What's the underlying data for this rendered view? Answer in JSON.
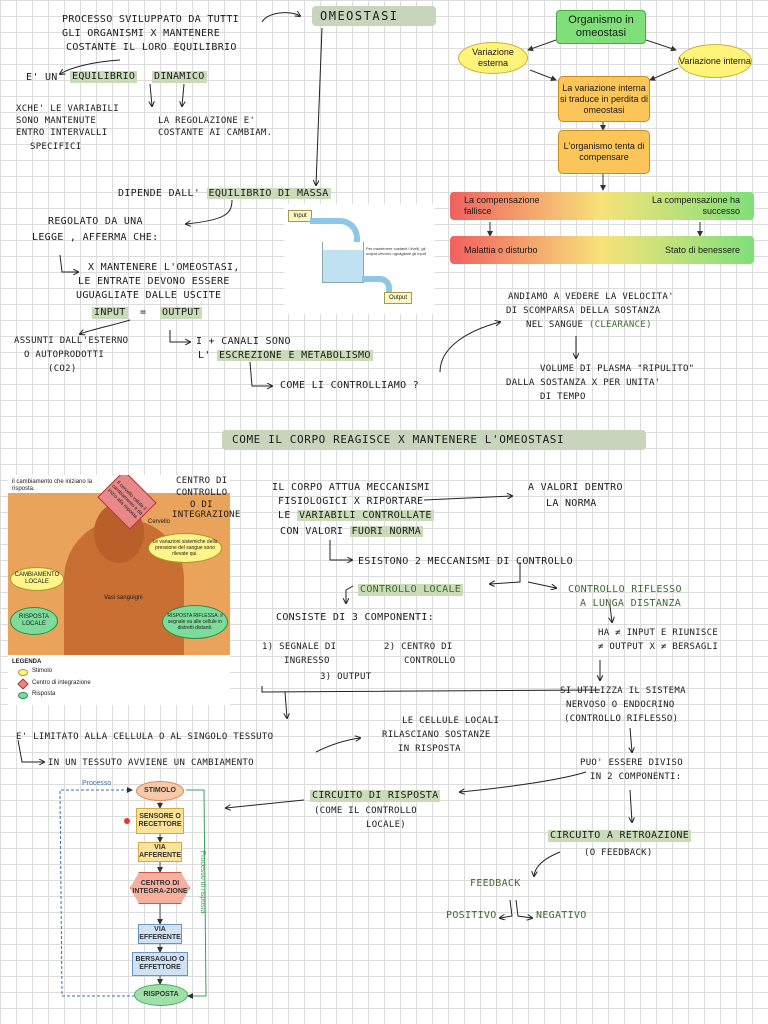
{
  "notes": {
    "omeostasi": "OMEOSTASI",
    "processo_line1": "PROCESSO SVILUPPATO DA TUTTI",
    "processo_line2": "GLI ORGANISMI X MANTENERE",
    "processo_line3": "COSTANTE IL LORO EQUILIBRIO",
    "e_un": "E' UN",
    "equilibrio": "EQUILIBRIO",
    "dinamico": "DINAMICO",
    "xche_line1": "XCHE' LE VARIABILI",
    "xche_line2": "SONO MANTENUTE",
    "xche_line3": "ENTRO INTERVALLI",
    "xche_line4": "SPECIFICI",
    "regolazione_line1": "LA REGOLAZIONE E'",
    "regolazione_line2": "COSTANTE AI CAMBIAM.",
    "dipende_pre": "DIPENDE DALL'",
    "dipende_hl": "EQUILIBRIO DI MASSA",
    "regolato_line1": "REGOLATO DA UNA",
    "regolato_line2": "LEGGE , AFFERMA CHE:",
    "mantenere_line1": "X MANTENERE L'OMEOSTASI,",
    "mantenere_line2": "LE ENTRATE DEVONO ESSERE",
    "mantenere_line3": "UGUAGLIATE DALLE USCITE",
    "input": "INPUT",
    "equals": "=",
    "output": "OUTPUT",
    "assunti_line1": "ASSUNTI DALL'ESTERNO",
    "assunti_line2": "O AUTOPRODOTTI",
    "assunti_line3": "(CO2)",
    "canali_line1": "I + CANALI SONO",
    "canali_pre": "L'",
    "canali_hl": "ESCREZIONE E METABOLISMO",
    "come_controlliamo": "COME LI CONTROLLIAMO ?",
    "velocita_line1": "ANDIAMO A VEDERE LA VELOCITA'",
    "velocita_line2": "DI SCOMPARSA DELLA SOSTANZA",
    "velocita_line3": "NEL SANGUE",
    "clearance": "(CLEARANCE)",
    "volume_line1": "VOLUME DI PLASMA \"RIPULITO\"",
    "volume_line2": "DALLA SOSTANZA X PER UNITA'",
    "volume_line3": "DI TEMPO",
    "section_title": "COME IL CORPO REAGISCE X MANTENERE L'OMEOSTASI",
    "corpo_line1": "IL CORPO ATTUA MECCANISMI",
    "corpo_line2": "FISIOLOGICI X RIPORTARE",
    "corpo_line3_pre": "LE",
    "corpo_line3_hl": "VARIABILI CONTROLLATE",
    "corpo_line4_pre": "CON VALORI",
    "corpo_line4_hl": "FUORI NORMA",
    "valori_line1": "A VALORI DENTRO",
    "valori_line2": "LA NORMA",
    "esistono": "ESISTONO 2 MECCANISMI DI CONTROLLO",
    "controllo_locale": "CONTROLLO LOCALE",
    "controllo_riflesso_line1": "CONTROLLO RIFLESSO",
    "controllo_riflesso_line2": "A LUNGA DISTANZA",
    "consiste": "CONSISTE DI 3 COMPONENTI:",
    "comp1_line1": "1) SEGNALE DI",
    "comp1_line2": "INGRESSO",
    "comp2_line1": "2) CENTRO DI",
    "comp2_line2": "CONTROLLO",
    "comp3": "3) OUTPUT",
    "ha_line1": "HA ≠ INPUT E RIUNISCE",
    "ha_line2": "≠ OUTPUT X ≠ BERSAGLI",
    "utilizza_line1": "SI UTILIZZA IL SISTEMA",
    "utilizza_line2": "NERVOSO O ENDOCRINO",
    "utilizza_line3": "(CONTROLLO RIFLESSO)",
    "limitato": "E' LIMITATO ALLA CELLULA O AL SINGOLO TESSUTO",
    "tessuto": "IN UN TESSUTO AVVIENE UN CAMBIAMENTO",
    "cellule_line1": "LE CELLULE LOCALI",
    "cellule_line2": "RILASCIANO SOSTANZE",
    "cellule_line3": "IN RISPOSTA",
    "puo_line1": "PUO' ESSERE DIVISO",
    "puo_line2": "IN 2 COMPONENTI:",
    "circuito_risposta_hl": "CIRCUITO DI RISPOSTA",
    "circuito_risposta_line2": "(COME IL CONTROLLO",
    "circuito_risposta_line3": "LOCALE)",
    "circuito_retro_hl": "CIRCUITO A RETROAZIONE",
    "circuito_retro_line2": "(O FEEDBACK)",
    "feedback": "FEEDBACK",
    "positivo": "POSITIVO",
    "negativo": "NEGATIVO",
    "centro_line1": "CENTRO DI",
    "centro_line2": "CONTROLLO",
    "centro_line3": "O DI",
    "centro_line4": "INTEGRAZIONE"
  },
  "flowchart": {
    "top": "Organismo in omeostasi",
    "left": "Variazione esterna",
    "right": "Variazione interna",
    "mid1": "La variazione interna si traduce in perdita di omeostasi",
    "mid2": "L'organismo tenta di compensare",
    "fail": "La compensazione fallisce",
    "success": "La compensazione ha successo",
    "disease": "Malattia o disturbo",
    "wellness": "Stato di benessere"
  },
  "tank": {
    "input": "Input",
    "output": "Output",
    "note": "Per mantenere costanti i livelli, gli output devono uguagliare gli input"
  },
  "photo": {
    "caption": "il cambiamento che iniziano la risposta.",
    "brain": "Il cervello valuta il cambiamento e dà inizio alla risposta.",
    "cervello": "Cervello",
    "variazioni": "Le variazioni sistemiche della pressione del sangue sono rilevate qui.",
    "cambiamento": "CAMBIAMENTO LOCALE",
    "vasi": "Vasi sanguigni",
    "risposta_locale": "RISPOSTA LOCALE",
    "risposta_riflessa": "RISPOSTA RIFLESSA: il segnale va alle cellule in distretti distanti.",
    "legend_title": "LEGENDA",
    "legend_stimolo": "Stimolo",
    "legend_centro": "Centro di integrazione",
    "legend_risposta": "Risposta"
  },
  "circuit": {
    "processo": "Processo",
    "stimolo": "STIMOLO",
    "sensore": "SENSORE O RECETTORE",
    "afferente": "VIA AFFERENTE",
    "centro": "CENTRO DI INTEGRA-ZIONE",
    "efferente": "VIA EFFERENTE",
    "bersaglio": "BERSAGLIO O EFFETTORE",
    "risposta": "RISPOSTA",
    "side": "Processo di risposta"
  }
}
